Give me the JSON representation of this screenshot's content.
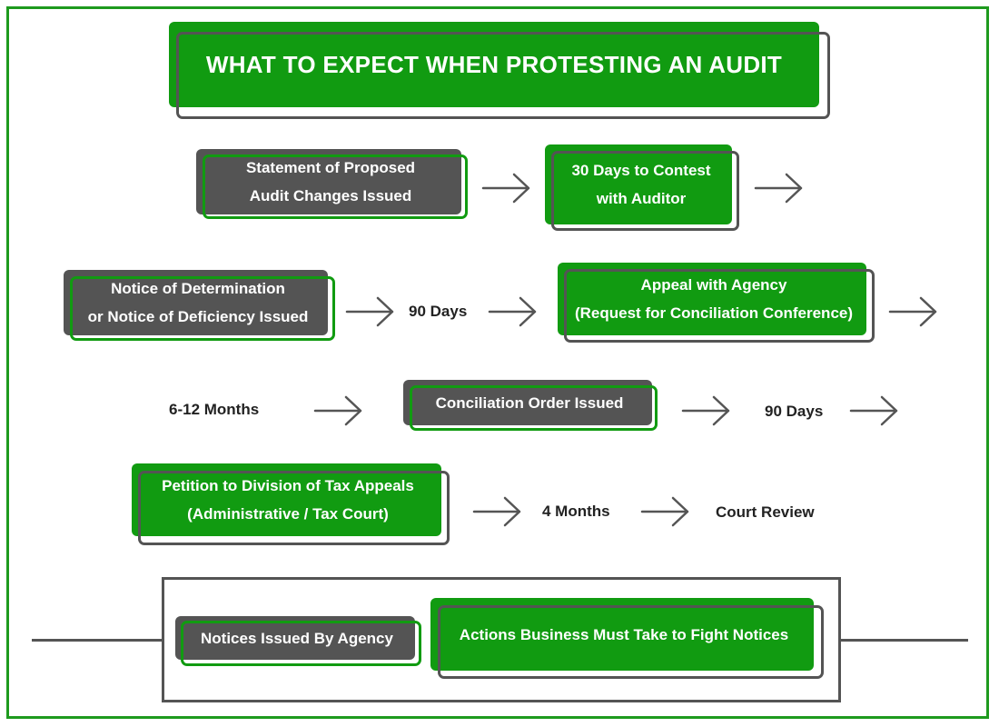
{
  "title": "WHAT TO EXPECT WHEN PROTESTING AN AUDIT",
  "colors": {
    "agency_notice": "#545454",
    "business_action": "#119b11",
    "border": "#1e9a1e",
    "arrow": "#555555"
  },
  "steps": {
    "statement_proposed_changes": "Statement of Proposed\nAudit Changes  Issued",
    "contest_with_auditor": "30 Days to Contest\nwith Auditor",
    "notice_of_determination": "Notice of Determination\nor Notice of Deficiency Issued",
    "appeal_with_agency": "Appeal with Agency\n(Request for Conciliation Conference)",
    "conciliation_order": "Conciliation Order Issued",
    "petition_tax_appeals": "Petition to Division of Tax Appeals\n(Administrative / Tax Court)"
  },
  "intervals": {
    "after_notice": "90 Days",
    "conciliation_wait": "6-12 Months",
    "after_conciliation_order": "90 Days",
    "after_petition": "4 Months"
  },
  "final_step": "Court Review",
  "legend": {
    "agency": "Notices Issued By Agency",
    "business": "Actions Business Must Take to Fight Notices"
  },
  "icons": {
    "arrow": "right-arrow-icon"
  }
}
